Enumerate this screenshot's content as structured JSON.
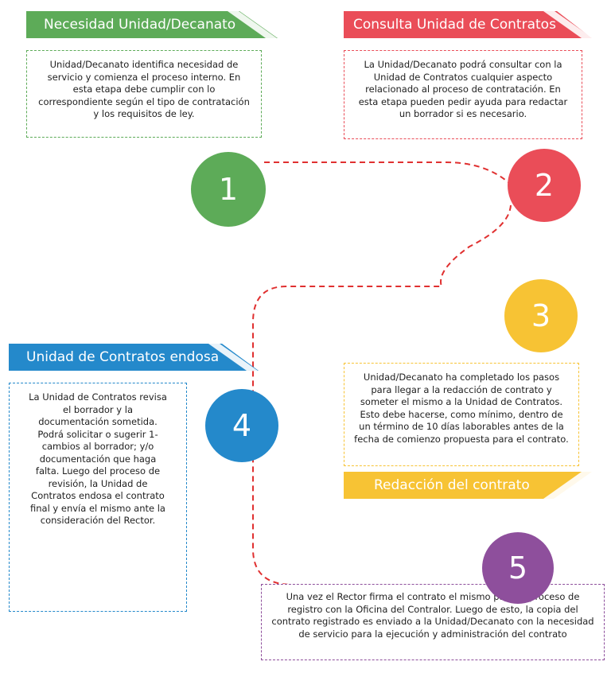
{
  "colors": {
    "green": "#5dab58",
    "red": "#ea4d58",
    "yellow": "#f7c334",
    "blue": "#2489cb",
    "purple": "#8e4f9c",
    "path": "#e03030"
  },
  "steps": [
    {
      "number": "1",
      "title": "Necesidad Unidad/Decanato",
      "text": "Unidad/Decanato identifica necesidad de servicio y comienza el proceso interno. En esta etapa debe cumplir con lo correspondiente según el tipo de contratación y los requisitos de ley."
    },
    {
      "number": "2",
      "title": "Consulta Unidad de Contratos",
      "text": "La Unidad/Decanato podrá consultar con la Unidad de Contratos cualquier aspecto relacionado al proceso de contratación. En esta etapa pueden pedir ayuda para redactar un borrador si es necesario."
    },
    {
      "number": "3",
      "title": "Redacción del contrato",
      "text": "Unidad/Decanato ha completado los pasos para llegar a la redacción de contrato y someter el mismo a la Unidad de Contratos. Esto debe hacerse, como mínimo, dentro de un término de 10 días laborables antes de la fecha de comienzo propuesta para el contrato."
    },
    {
      "number": "4",
      "title": "Unidad de Contratos endosa",
      "text": "La Unidad de Contratos revisa el borrador y la documentación sometida. Podrá solicitar o sugerir 1- cambios al borrador; y/o documentación que haga falta. Luego del proceso de revisión, la Unidad de Contratos endosa el contrato final y envía el mismo ante la consideración del Rector."
    },
    {
      "number": "5",
      "title": "",
      "text": "Una vez el Rector firma el contrato el mismo pasa al proceso de registro con la Oficina del Contralor. Luego de esto, la copia del contrato registrado es enviado a la Unidad/Decanato con la necesidad de servicio para la ejecución y administración del contrato"
    }
  ]
}
